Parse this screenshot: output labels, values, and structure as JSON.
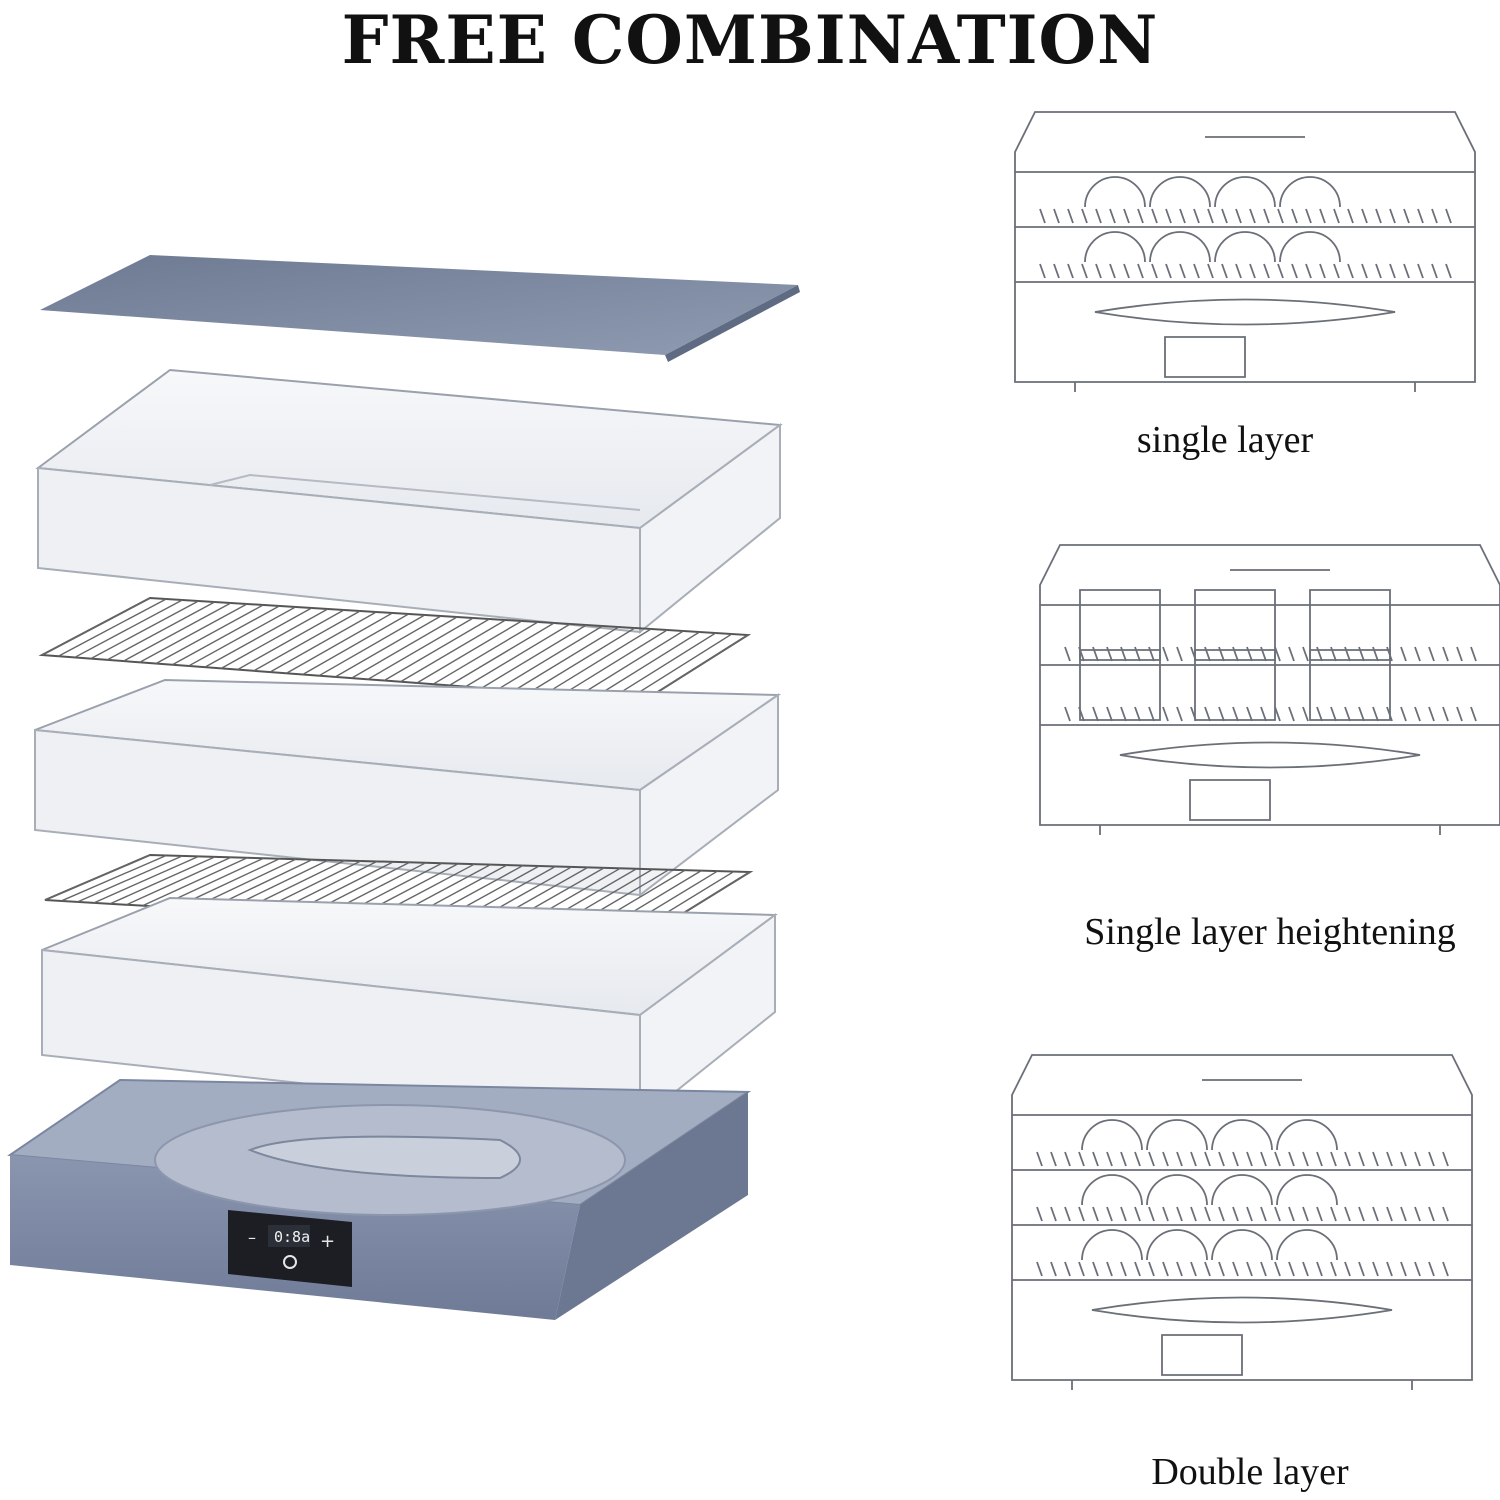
{
  "header": {
    "title": "FREE COMBINATION"
  },
  "product": {
    "display_readout": "0:8a",
    "minus_label": "–",
    "plus_label": "+",
    "body_color": "#7e8aa6",
    "lid_color": "#7a879e"
  },
  "configurations": [
    {
      "caption": "single layer"
    },
    {
      "caption": "Single layer heightening"
    },
    {
      "caption": "Double layer"
    }
  ]
}
